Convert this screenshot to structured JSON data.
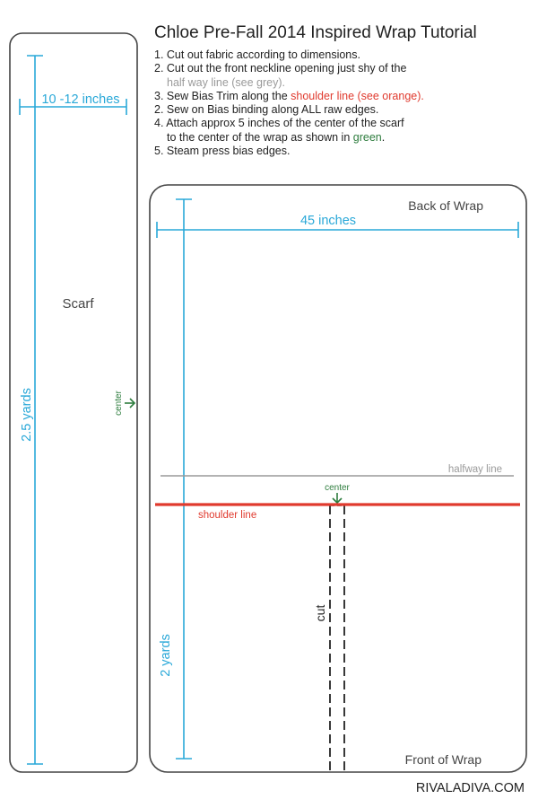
{
  "title": "Chloe Pre-Fall 2014 Inspired Wrap Tutorial",
  "steps": [
    {
      "parts": [
        "1. Cut out fabric according to dimensions."
      ]
    },
    {
      "parts": [
        "2. Cut out the front neckline opening just shy of the"
      ]
    },
    {
      "parts": [
        "half way line (see grey)."
      ],
      "cont": true,
      "grey": true
    },
    {
      "parts": [
        "3. Sew Bias Trim along the ",
        "shoulder line (see orange)."
      ],
      "red_index": 1
    },
    {
      "parts": [
        "2. Sew on Bias binding along ALL raw edges."
      ]
    },
    {
      "parts": [
        "4. Attach approx 5 inches of the center of the scarf"
      ]
    },
    {
      "parts": [
        "to the center of the wrap as shown in ",
        "green",
        "."
      ],
      "cont": true,
      "green_index": 1
    },
    {
      "parts": [
        "5. Steam press bias edges."
      ]
    }
  ],
  "scarf": {
    "label": "Scarf",
    "width_label": "10 -12 inches",
    "length_label": "2.5 yards",
    "center_label": "center"
  },
  "wrap": {
    "back_label": "Back of Wrap",
    "front_label": "Front of Wrap",
    "width_label": "45 inches",
    "length_label": "2 yards",
    "halfway_label": "halfway line",
    "shoulder_label": "shoulder line",
    "center_label": "center",
    "cut_label": "cut"
  },
  "watermark": "RIVALADIVA.COM",
  "colors": {
    "dimension": "#29a8d8",
    "shoulder": "#e03a2e",
    "halfway": "#9a9a9a",
    "center": "#2e7d3e",
    "outline": "#444444"
  }
}
